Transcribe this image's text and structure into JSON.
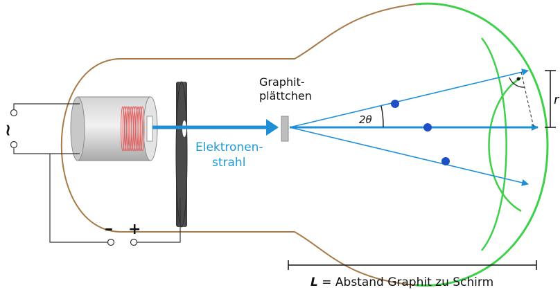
{
  "labels": {
    "target_line1": "Graphit-",
    "target_line2": "plättchen",
    "beam_line1": "Elektronen-",
    "beam_line2": "strahl",
    "angle": "2θ",
    "radius": "r",
    "length_symbol": "L",
    "length_text": " = Abstand Graphit zu Schirm",
    "ac_symbol": "~",
    "minus": "–",
    "plus": "+"
  },
  "colors": {
    "bulb_outline": "#a87a4a",
    "beam": "#1e8fd6",
    "beam_label": "#1e9ad6",
    "diffraction_ring": "#3fd04a",
    "electron": "#1f4fc4",
    "heating_coil": "#e06060",
    "wire": "#333333"
  }
}
